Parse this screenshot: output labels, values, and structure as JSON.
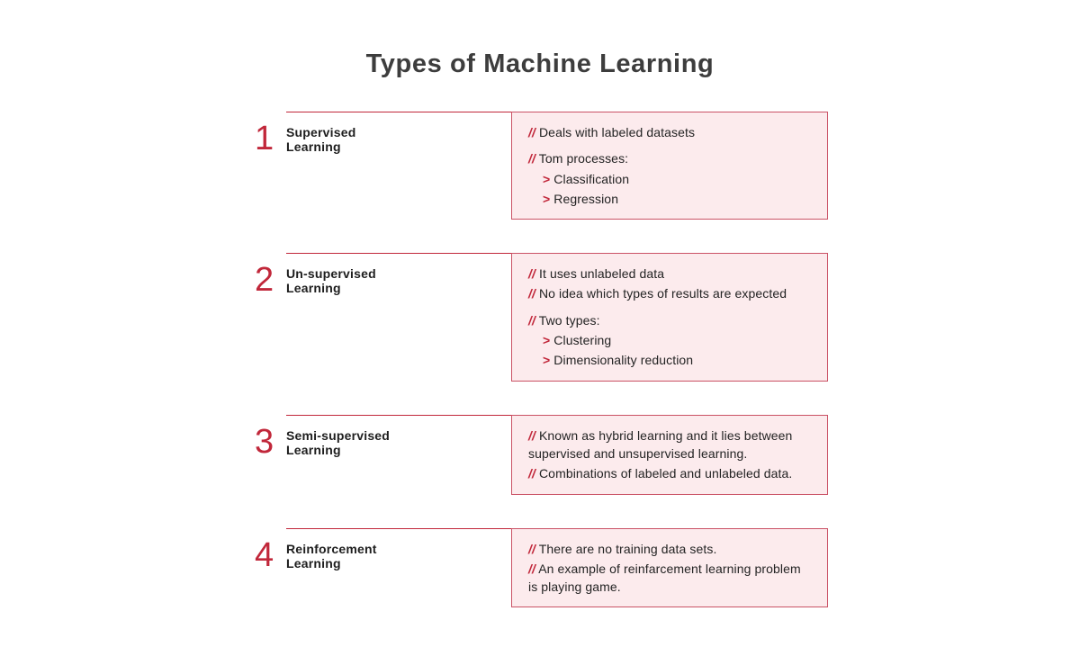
{
  "title": "Types of Machine Learning",
  "colors": {
    "accent_red": "#c1273a",
    "box_fill_pink": "#fcebed",
    "box_border": "#ca5265",
    "text_dark": "#232323",
    "title_gray": "#3d3d3d"
  },
  "sections": [
    {
      "number": "1",
      "label": "Supervised\nLearning",
      "items": [
        {
          "type": "bullet",
          "gap": false,
          "text": "Deals with labeled datasets"
        },
        {
          "type": "bullet",
          "gap": true,
          "text": "Tom processes:"
        },
        {
          "type": "sub",
          "gap": false,
          "text": "Classification"
        },
        {
          "type": "sub",
          "gap": false,
          "text": "Regression"
        }
      ]
    },
    {
      "number": "2",
      "label": "Un-supervised\nLearning",
      "items": [
        {
          "type": "bullet",
          "gap": false,
          "text": "It uses unlabeled data"
        },
        {
          "type": "bullet",
          "gap": false,
          "text": "No idea which types of results are expected"
        },
        {
          "type": "bullet",
          "gap": true,
          "text": "Two types:"
        },
        {
          "type": "sub",
          "gap": false,
          "text": "Clustering"
        },
        {
          "type": "sub",
          "gap": false,
          "text": "Dimensionality reduction"
        }
      ]
    },
    {
      "number": "3",
      "label": "Semi-supervised\nLearning",
      "items": [
        {
          "type": "bullet",
          "gap": false,
          "text": "Known as hybrid learning and it lies between supervised and unsupervised learning."
        },
        {
          "type": "bullet",
          "gap": false,
          "text": "Combinations of labeled and unlabeled data."
        }
      ]
    },
    {
      "number": "4",
      "label": "Reinforcement\nLearning",
      "items": [
        {
          "type": "bullet",
          "gap": false,
          "text": "There are no training data sets."
        },
        {
          "type": "bullet",
          "gap": false,
          "text": "An example of reinfarcement learning problem is playing game."
        }
      ]
    }
  ]
}
